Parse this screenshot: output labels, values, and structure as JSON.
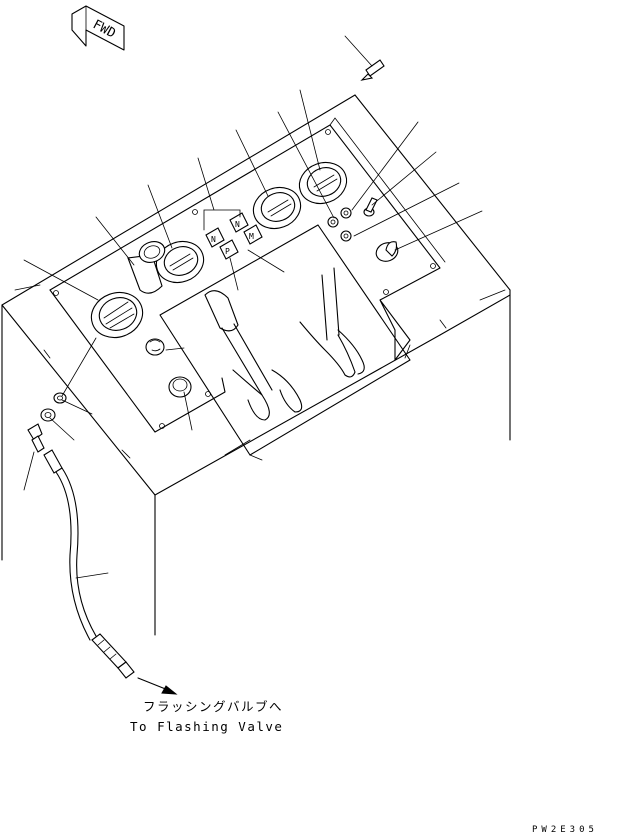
{
  "direction_arrow": {
    "label": "FWD"
  },
  "destination_note": {
    "japanese": "フラッシングバルブへ",
    "english": "To Flashing Valve"
  },
  "drawing_code": "PW2E305",
  "switch_labels": {
    "n1": "N",
    "n2": "N",
    "p": "P",
    "m": "M"
  }
}
